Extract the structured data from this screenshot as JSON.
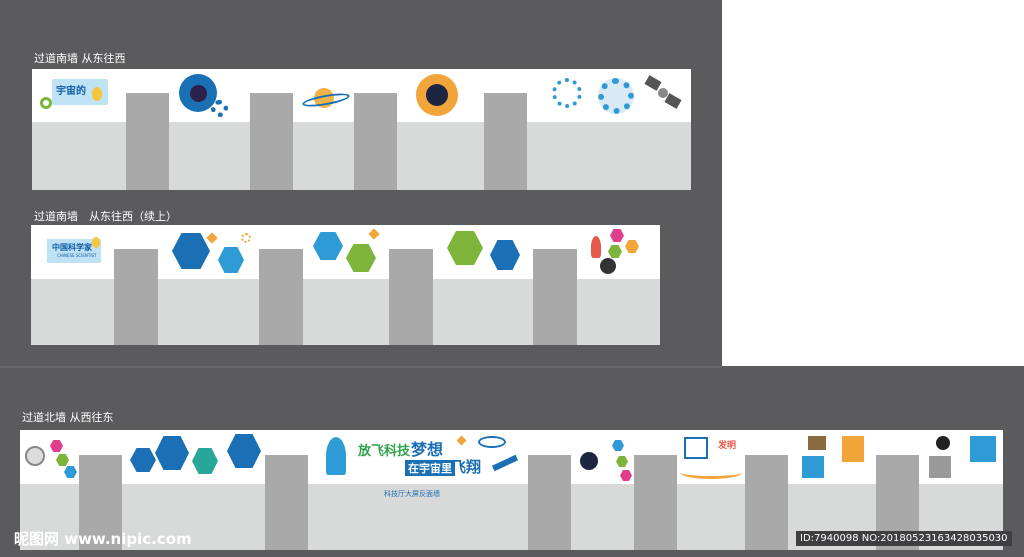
{
  "sections": {
    "south1_label": "过道南墙 从东往西",
    "south2_label": "过道南墙　从东往西（续上）",
    "north_label": "过道北墙 从西往东"
  },
  "graphics": {
    "universe_sign": "宇宙的",
    "scientist_sign": "中国科学家",
    "scientist_sign_en": "CHINESE SCIENTIST",
    "banner_part1": "放飞科技",
    "banner_part2": "梦想",
    "banner_part3": "在宇宙里",
    "banner_part4": "飞翔",
    "banner_caption": "科技厅大屏反面墙",
    "invent_sign": "发明"
  },
  "watermark": {
    "logo_text": "昵图网 www.nipic.com",
    "id_text": "ID:7940098 NO:20180523163428035030"
  },
  "colors": {
    "background": "#5b5a5c",
    "wall_strip": "#d8d9d9",
    "column": "#a9a9aa",
    "gear_blue": "#1b6fb5",
    "gear_orange": "#f2a53a",
    "gear_teal": "#2e9ad6",
    "accent_green": "#7cb53a"
  }
}
